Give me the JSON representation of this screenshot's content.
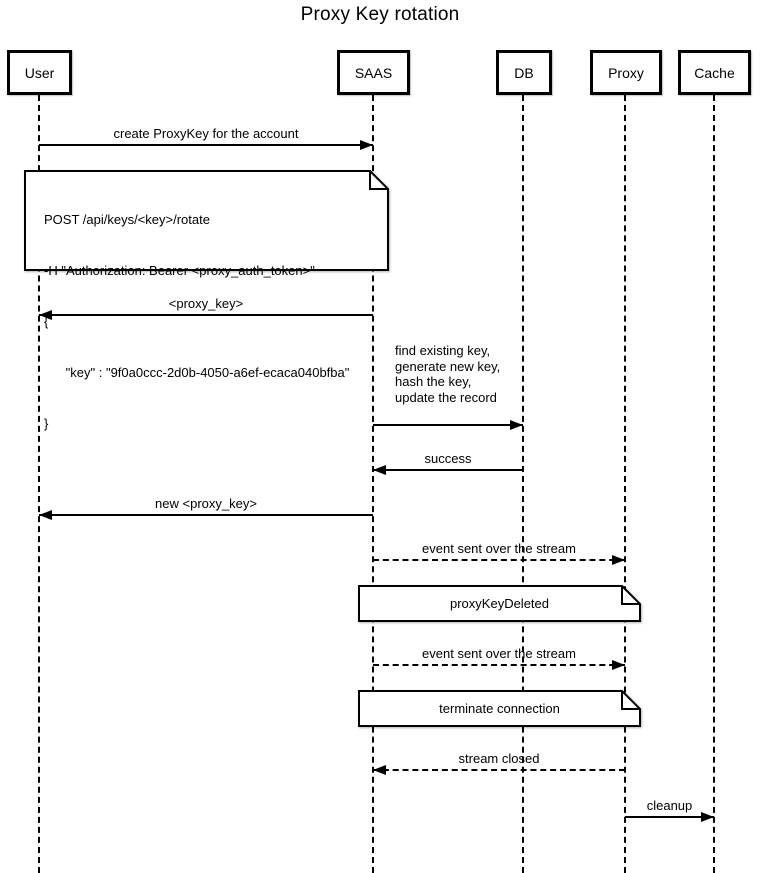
{
  "title": "Proxy Key rotation",
  "colors": {
    "ink": "#000000",
    "background": "#ffffff"
  },
  "participants": [
    {
      "label": "User"
    },
    {
      "label": "SAAS"
    },
    {
      "label": "DB"
    },
    {
      "label": "Proxy"
    },
    {
      "label": "Cache"
    }
  ],
  "messages": [
    {
      "from": "User",
      "to": "SAAS",
      "line": "solid",
      "label": "create ProxyKey for the account"
    },
    {
      "from": "SAAS",
      "to": "User",
      "line": "solid",
      "label": "<proxy_key>"
    },
    {
      "from": "SAAS",
      "to": "DB",
      "line": "solid",
      "label_lines": [
        "find existing key,",
        "generate new key,",
        "hash the key,",
        "update the record"
      ]
    },
    {
      "from": "DB",
      "to": "SAAS",
      "line": "solid",
      "label": "success"
    },
    {
      "from": "SAAS",
      "to": "User",
      "line": "solid",
      "label": "new <proxy_key>"
    },
    {
      "from": "SAAS",
      "to": "Proxy",
      "line": "dashed",
      "label": "event sent over the stream"
    },
    {
      "from": "SAAS",
      "to": "Proxy",
      "line": "dashed",
      "label": "event sent over the stream"
    },
    {
      "from": "Proxy",
      "to": "SAAS",
      "line": "dashed",
      "label": "stream closed"
    },
    {
      "from": "Proxy",
      "to": "Cache",
      "line": "solid",
      "label": "cleanup"
    }
  ],
  "notes": [
    {
      "lines": [
        "POST /api/keys/<key>/rotate",
        "-H \"Authorization: Bearer <proxy_auth_token>\"",
        "{",
        "      \"key\" : \"9f0a0ccc-2d0b-4050-a6ef-ecaca040bfba\"",
        "}"
      ]
    },
    {
      "lines": [
        "proxyKeyDeleted"
      ]
    },
    {
      "lines": [
        "terminate connection"
      ]
    }
  ]
}
